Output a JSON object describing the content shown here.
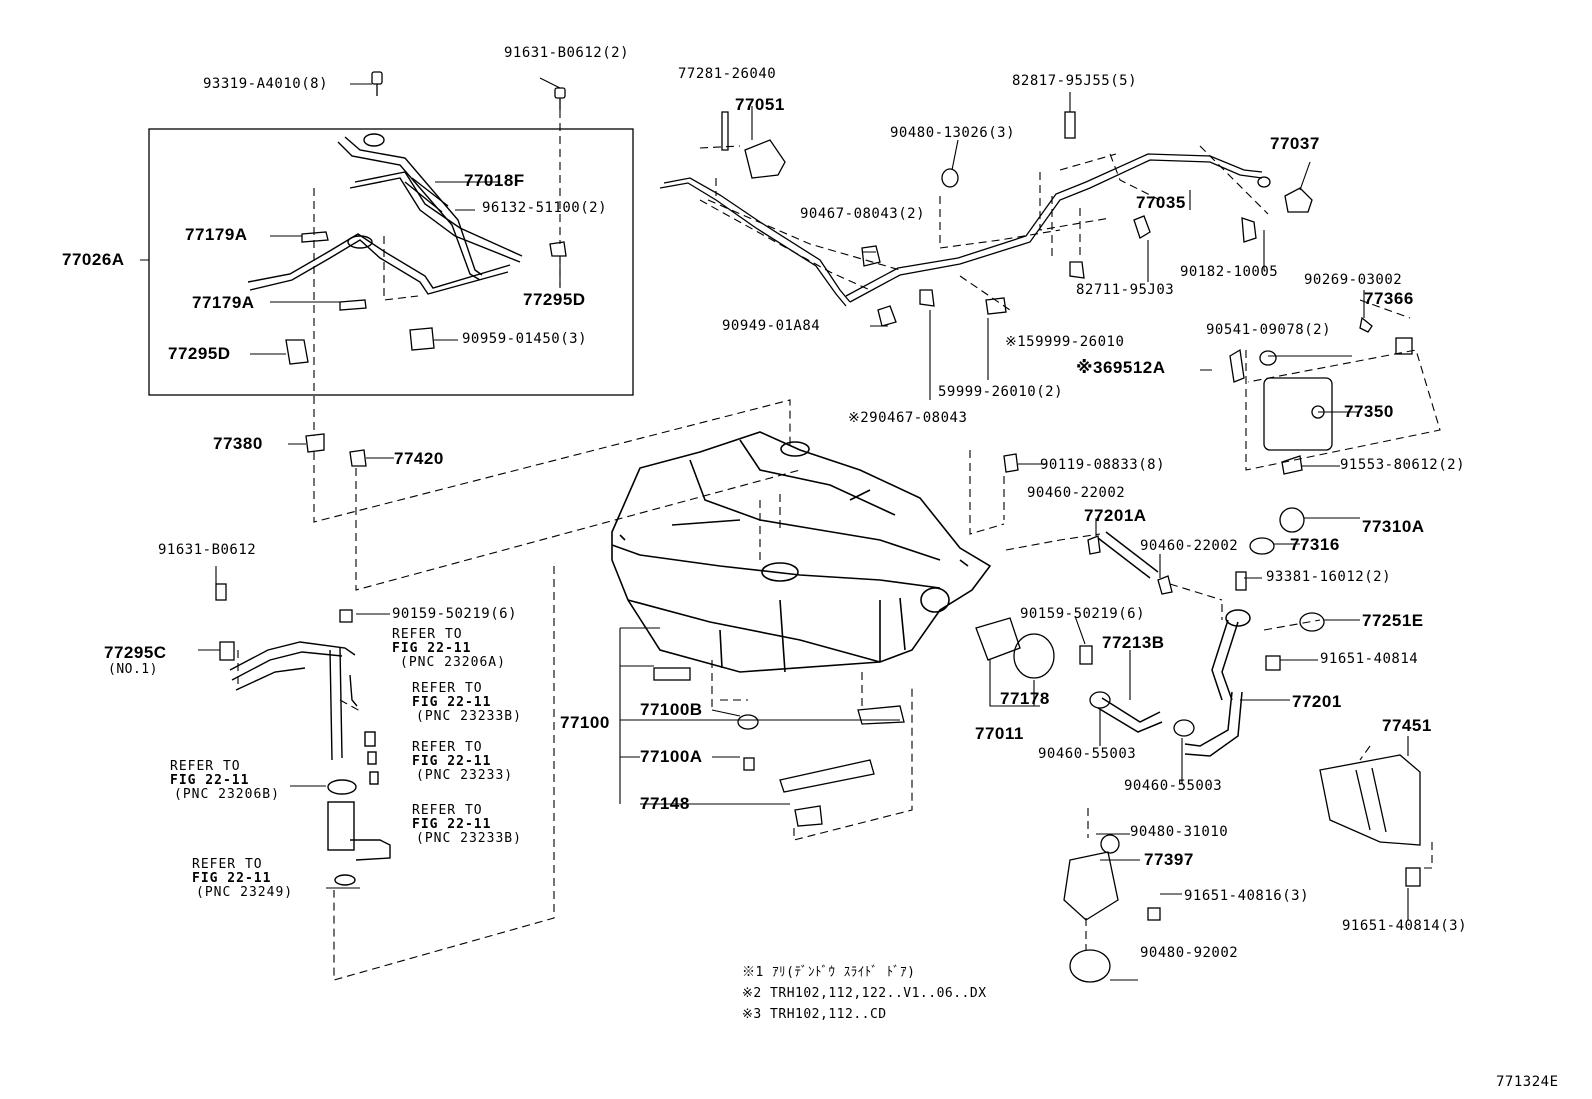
{
  "labels": {
    "p93319": "93319-A4010(8)",
    "p91631b2": "91631-B0612(2)",
    "p77281": "77281-26040",
    "p77051": "77051",
    "p82817": "82817-95J55(5)",
    "p90480a": "90480-13026(3)",
    "p77037": "77037",
    "p77035": "77035",
    "p77018f": "77018F",
    "p96132": "96132-51100(2)",
    "p77179a1": "77179A",
    "p77026a": "77026A",
    "p77179a2": "77179A",
    "p77295d1": "77295D",
    "p90959": "90959-01450(3)",
    "p77295d2": "77295D",
    "p90467a": "90467-08043(2)",
    "p90182": "90182-10005",
    "p90269": "90269-03002",
    "p77366": "77366",
    "p82711": "82711-95J03",
    "p90949": "90949-01A84",
    "p59999a": "※159999-26010",
    "p90541": "90541-09078(2)",
    "p69512": "※369512A",
    "p59999b": "59999-26010(2)",
    "p77350": "77350",
    "p90467b": "※290467-08043",
    "p77380": "77380",
    "p77420": "77420",
    "p90119": "90119-08833(8)",
    "p91553": "91553-80612(2)",
    "p90460a": "90460-22002",
    "p77201a": "77201A",
    "p90460b": "90460-22002",
    "p77310a": "77310A",
    "p77316": "77316",
    "p91631b": "91631-B0612",
    "p93381": "93381-16012(2)",
    "p90159a": "90159-50219(6)",
    "p90159b": "90159-50219(6)",
    "p77251e": "77251E",
    "p77295c": "77295C",
    "p77295cno": "(NO.1)",
    "p91651a": "91651-40814",
    "p77213b": "77213B",
    "p77201": "77201",
    "p77178": "77178",
    "p77100b": "77100B",
    "p77100": "77100",
    "p77011": "77011",
    "p90460c": "90460-55003",
    "p77451": "77451",
    "p77100a": "77100A",
    "p90460d": "90460-55003",
    "p77148": "77148",
    "p90480b": "90480-31010",
    "p77397": "77397",
    "p91651b": "91651-40816(3)",
    "p91651c": "91651-40814(3)",
    "p90480c": "90480-92002",
    "diagram_code": "771324E"
  },
  "refs": [
    {
      "l1": "REFER TO",
      "l2": "FIG 22-11",
      "l3": "(PNC 23206A)"
    },
    {
      "l1": "REFER TO",
      "l2": "FIG 22-11",
      "l3": "(PNC 23233B)"
    },
    {
      "l1": "REFER TO",
      "l2": "FIG 22-11",
      "l3": "(PNC 23233)"
    },
    {
      "l1": "REFER TO",
      "l2": "FIG 22-11",
      "l3": "(PNC 23206B)"
    },
    {
      "l1": "REFER TO",
      "l2": "FIG 22-11",
      "l3": "(PNC 23233B)"
    },
    {
      "l1": "REFER TO",
      "l2": "FIG 22-11",
      "l3": "(PNC 23249)"
    }
  ],
  "notes": [
    "※1 ｱﾘ(ﾃﾞﾝﾄﾞｳ ｽﾗｲﾄﾞ ﾄﾞｱ)",
    "※2 TRH102,112,122..V1..06..DX",
    "※3 TRH102,112..CD"
  ]
}
